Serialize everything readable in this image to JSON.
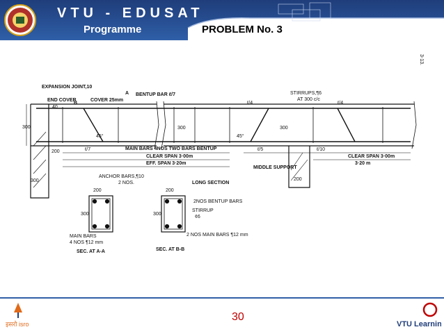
{
  "header": {
    "title": "VTU - EDUSAT",
    "subtitle": "Programme",
    "problem": "PROBLEM No. 3"
  },
  "drawing": {
    "expansion_joint": "EXPANSION JOINT,10",
    "end_cover": "END COVER",
    "end_cover_value": "40",
    "cover": "COVER 25mm",
    "bentup_bar": "BENTUP BAR ℓ/7",
    "stirrups": "STIRRUPS,¶6",
    "stirrups_spacing": "AT 300 c/c",
    "l4_left": "ℓ/4",
    "l4_right": "ℓ/4",
    "depth_300": "300",
    "dim_300_a": "300",
    "dim_300_b": "300",
    "angle_45_a": "45°",
    "angle_45_b": "45°",
    "dim_200": "200",
    "l7": "ℓ/7",
    "main_bars": "MAIN BARS 4NOS TWO BARS BENTUP",
    "l5": "ℓ/5",
    "l10": "ℓ/10",
    "clear_span_1": "CLEAR SPAN 3·00m",
    "clear_span_2": "CLEAR SPAN 3·00m",
    "eff_span": "EFF. SPAN 3·20m",
    "span_320": "3·20 m",
    "middle_support": "MIDDLE SUPPORT",
    "support_200": "200",
    "wall_300": "300",
    "anchor_bars": "ANCHOR BARS,¶10",
    "anchor_nos": "2 NOS.",
    "long_section": "LONG SECTION",
    "sec_a_width": "200",
    "sec_a_depth": "300",
    "sec_b_width": "200",
    "sec_b_depth": "300",
    "bentup_bars_b": "2NOS BENTUP BARS",
    "stirrup_b": "STIRRUP",
    "stirrup_b_dia": "¢6",
    "main_bars_b": "2 NOS MAIN BARS ¶12 mm",
    "main_bars_a": "MAIN BARS",
    "main_bars_a_nos": "4 NOS ¶12 mm",
    "sec_a": "SEC. AT A-A",
    "sec_b": "SEC. AT B-B",
    "marker_a": "A",
    "marker_b": "B",
    "margin_note": "3-13."
  },
  "footer": {
    "page": "30",
    "left_logo_text": "इसरो isro",
    "right_logo_text": "VTU Learning"
  },
  "colors": {
    "banner": "#1f3d7a",
    "page_number": "#c00000",
    "drawing": "#111111"
  }
}
